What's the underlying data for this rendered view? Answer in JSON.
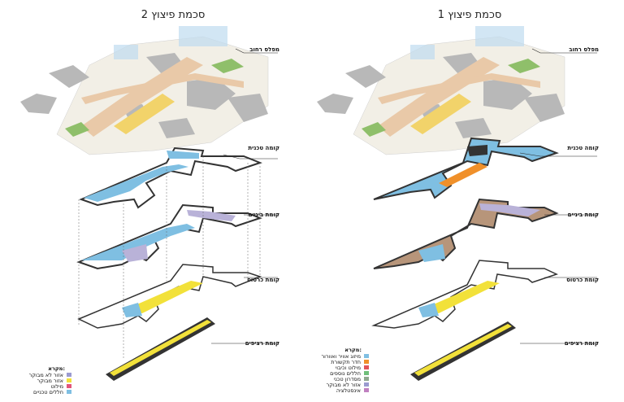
{
  "schemes": [
    {
      "title": "סכמת פיצוץ 2",
      "levels": [
        "מפלס רחוב",
        "קומה טכנית",
        "קומת ביניים",
        "קומת כרטוס",
        "קומת רציפים"
      ],
      "legend_title": "מקרא:",
      "legend": [
        {
          "label": "אזור לא מבוקר",
          "color": "#9b9bd0"
        },
        {
          "label": "אזור מבוקר",
          "color": "#f2e13a"
        },
        {
          "label": "מילוט",
          "color": "#e2557a"
        },
        {
          "label": "חללים טכניים",
          "color": "#7fbfe2"
        }
      ]
    },
    {
      "title": "סכמת פיצוץ 1",
      "levels": [
        "מפלס רחוב",
        "קומה טכנית",
        "קומת ביניים",
        "קומת כרטוס",
        "קומת רציפים"
      ],
      "legend_title": "מקרא:",
      "legend": [
        {
          "label": "מיזוג אוויר ואוורור",
          "color": "#7fbfe2"
        },
        {
          "label": "חדר תקשורת",
          "color": "#f0902a"
        },
        {
          "label": "מילוט וכיבוי",
          "color": "#e2555a"
        },
        {
          "label": "חללים נוספים",
          "color": "#6fbf7a"
        },
        {
          "label": "מסדרון טכני",
          "color": "#8fa88f"
        },
        {
          "label": "אזור לא מבוקר",
          "color": "#9b9bd0"
        },
        {
          "label": "אינסטלציה",
          "color": "#c080c0"
        }
      ]
    }
  ]
}
